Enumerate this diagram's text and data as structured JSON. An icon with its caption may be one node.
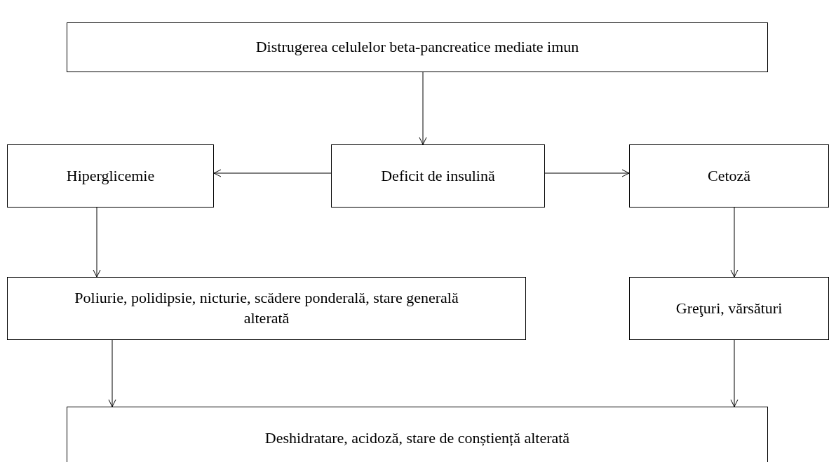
{
  "diagram": {
    "nodes": [
      {
        "text": [
          "Distrugerea celulelor beta-pancreatice mediate imun"
        ]
      },
      {
        "text": [
          "Hiperglicemie"
        ]
      },
      {
        "text": [
          "Deficit de insulină"
        ]
      },
      {
        "text": [
          "Cetoză"
        ]
      },
      {
        "text": [
          "Poliurie, polidipsie, nicturie, scădere ponderală, stare generală alterată"
        ]
      },
      {
        "text": [
          "Greţuri, vărsături"
        ]
      },
      {
        "text": [
          "Deshidratare, acidoză, stare de conștiență alterată"
        ]
      }
    ],
    "edges": [
      {
        "from": 0,
        "to": 2,
        "arrow": "to"
      },
      {
        "from": 2,
        "to": 1,
        "arrow": "to"
      },
      {
        "from": 2,
        "to": 3,
        "arrow": "to"
      },
      {
        "from": 1,
        "to": 4,
        "arrow": "to"
      },
      {
        "from": 3,
        "to": 5,
        "arrow": "to"
      },
      {
        "from": 4,
        "to": 6,
        "arrow": "to"
      },
      {
        "from": 5,
        "to": 6,
        "arrow": "to"
      }
    ]
  }
}
